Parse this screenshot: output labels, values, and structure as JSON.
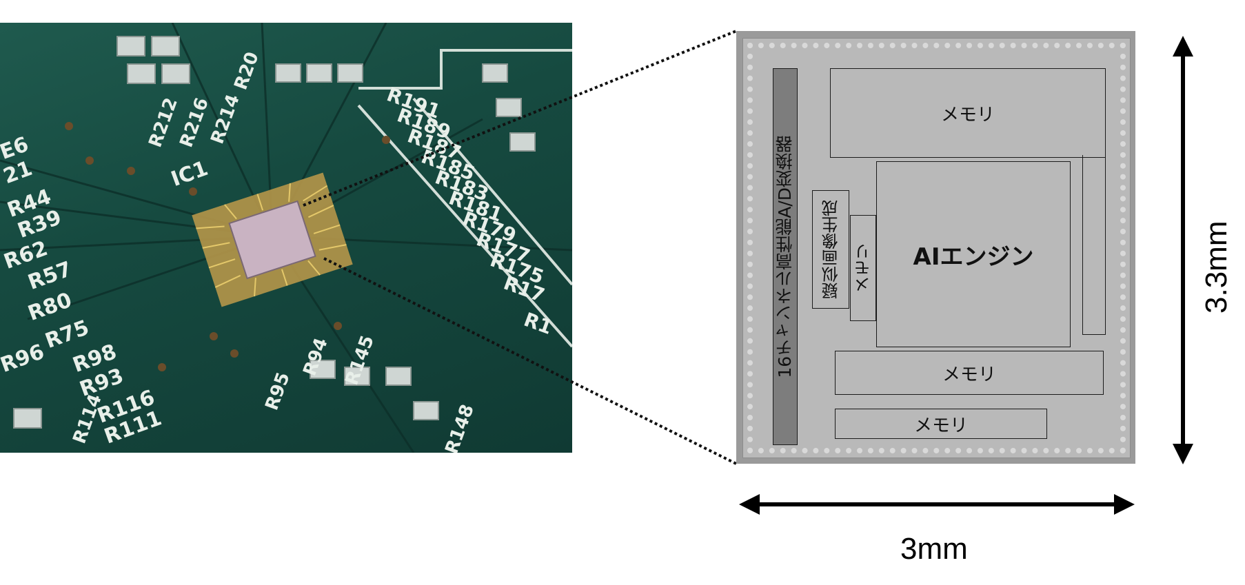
{
  "photo": {
    "labels": [
      "E6",
      "21",
      "R44",
      "R39",
      "R62",
      "R57",
      "R80",
      "R75",
      "R98",
      "R93",
      "R96",
      "R116",
      "R111",
      "R114",
      "IC1",
      "R212",
      "R216",
      "R214",
      "R20",
      "R191",
      "R189",
      "R187",
      "R185",
      "R183",
      "R181",
      "R179",
      "R177",
      "R175",
      "R17",
      "R1",
      "R95",
      "R94",
      "R145",
      "R148"
    ]
  },
  "die": {
    "blocks": {
      "adc": "16チャンネル高性能A/D変換器",
      "pseudo_image": "疑似画像生成",
      "memory_small": "メモリ",
      "memory_top": "メモリ",
      "ai_engine": "AIエンジン",
      "memory_mid": "メモリ",
      "memory_bottom": "メモリ"
    }
  },
  "dimensions": {
    "width_label": "3mm",
    "height_label": "3.3mm"
  },
  "colors": {
    "pcb_green": "#1f5a4e",
    "silkscreen": "#e8efe9",
    "die_gray": "#b9b9b9",
    "chip_pink": "#c9b3c2"
  }
}
